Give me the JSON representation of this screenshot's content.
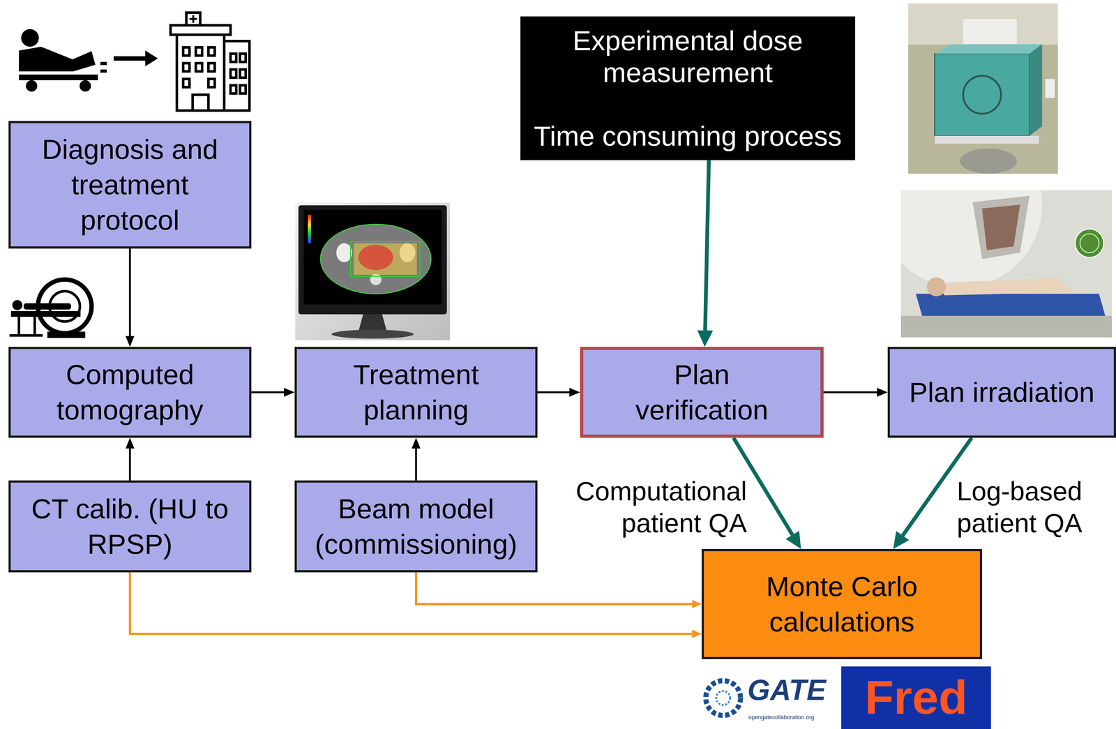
{
  "diagram": {
    "nodes": [
      {
        "text": [
          "Experimental dose measurement",
          "Time consuming process"
        ]
      },
      {
        "text": [
          "Diagnosis and treatment protocol"
        ]
      },
      {
        "text": [
          "Computed tomography"
        ]
      },
      {
        "text": [
          "Treatment planning"
        ]
      },
      {
        "text": [
          "Plan verification"
        ]
      },
      {
        "text": [
          "Plan irradiation"
        ]
      },
      {
        "text": [
          "CT calib. (HU to RPSP)"
        ]
      },
      {
        "text": [
          "Beam model (commissioning)"
        ]
      },
      {
        "text": [
          "Monte Carlo calculations"
        ]
      }
    ],
    "edges": [
      {
        "from": 1,
        "to": 2,
        "arrow": "to"
      },
      {
        "from": 6,
        "to": 2,
        "arrow": "to"
      },
      {
        "from": 2,
        "to": 3,
        "arrow": "to"
      },
      {
        "from": 7,
        "to": 3,
        "arrow": "to"
      },
      {
        "from": 3,
        "to": 4,
        "arrow": "to"
      },
      {
        "from": 4,
        "to": 5,
        "arrow": "to"
      },
      {
        "from": 0,
        "to": 4,
        "arrow": "to"
      },
      {
        "from": 4,
        "to": 8,
        "label": "Computational patient QA",
        "arrow": "to"
      },
      {
        "from": 5,
        "to": 8,
        "label": "Log-based patient QA",
        "arrow": "to"
      },
      {
        "from": 6,
        "to": 8,
        "arrow": "to"
      },
      {
        "from": 7,
        "to": 8,
        "arrow": "to"
      }
    ],
    "labels": [
      "GATE",
      "opengatecollaboration.org",
      "Fred"
    ]
  }
}
